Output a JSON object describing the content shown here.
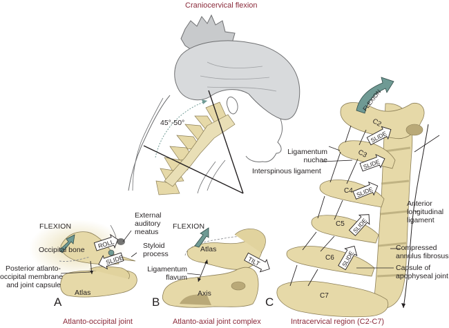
{
  "title": "Craniocervical flexion",
  "angle_label": "45°-50°",
  "colors": {
    "caption": "#8a2a3a",
    "bone": "#e6d9a8",
    "bone_shadow": "#c9b980",
    "arrow_flexion": "#6f9a94",
    "hair": "#d4d6d8",
    "line": "#231f20"
  },
  "panels": [
    {
      "letter": "A",
      "caption": "Atlanto-occipital joint",
      "motion_label": "FLEXION",
      "arrows": [
        "ROLL",
        "SLIDE"
      ],
      "labels": {
        "occipital_bone": "Occipital bone",
        "external_auditory_meatus": [
          "External",
          "auditory",
          "meatus"
        ],
        "styloid_process": [
          "Styloid",
          "process"
        ],
        "posterior_membrane": [
          "Posterior atlanto-",
          "occipital membrane",
          "and joint capsule"
        ],
        "atlas": "Atlas"
      }
    },
    {
      "letter": "B",
      "caption": "Atlanto-axial joint complex",
      "motion_label": "FLEXION",
      "arrows": [
        "TILT"
      ],
      "labels": {
        "atlas": "Atlas",
        "ligamentum_flavum": [
          "Ligamentum",
          "flavum"
        ],
        "axis": "Axis"
      }
    },
    {
      "letter": "C",
      "caption": "Intracervical region (C2-C7)",
      "motion_label": "FLEXION",
      "arrows": [
        "SLIDE",
        "SLIDE",
        "SLIDE",
        "SLIDE",
        "SLIDE"
      ],
      "vertebrae": [
        "C2",
        "C3",
        "C4",
        "C5",
        "C6",
        "C7"
      ],
      "labels": {
        "ligamentum_nuchae": [
          "Ligamentum",
          "nuchae"
        ],
        "interspinous_ligament": "Interspinous ligament",
        "anterior_longitudinal_ligament": [
          "Anterior",
          "longitudinal",
          "ligament"
        ],
        "compressed_annulus": [
          "Compressed",
          "annulus fibrosus"
        ],
        "capsule_apophyseal": [
          "Capsule of",
          "apophyseal joint"
        ]
      }
    }
  ]
}
